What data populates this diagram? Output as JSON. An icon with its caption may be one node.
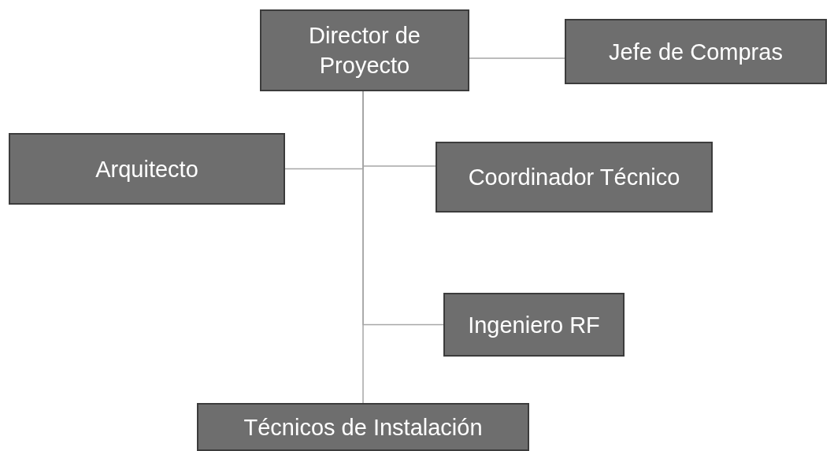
{
  "diagram": {
    "nodes": [
      {
        "text": [
          "Director de Proyecto"
        ]
      },
      {
        "text": [
          "Jefe de Compras"
        ]
      },
      {
        "text": [
          "Arquitecto"
        ]
      },
      {
        "text": [
          "Coordinador Técnico"
        ]
      },
      {
        "text": [
          "Ingeniero RF"
        ]
      },
      {
        "text": [
          "Técnicos de Instalación"
        ]
      }
    ],
    "edges": [
      {
        "from": 0,
        "to": 1,
        "arrow": "none"
      },
      {
        "from": 0,
        "to": 2,
        "arrow": "none"
      },
      {
        "from": 0,
        "to": 3,
        "arrow": "none"
      },
      {
        "from": 0,
        "to": 4,
        "arrow": "none"
      },
      {
        "from": 0,
        "to": 5,
        "arrow": "none"
      }
    ]
  }
}
